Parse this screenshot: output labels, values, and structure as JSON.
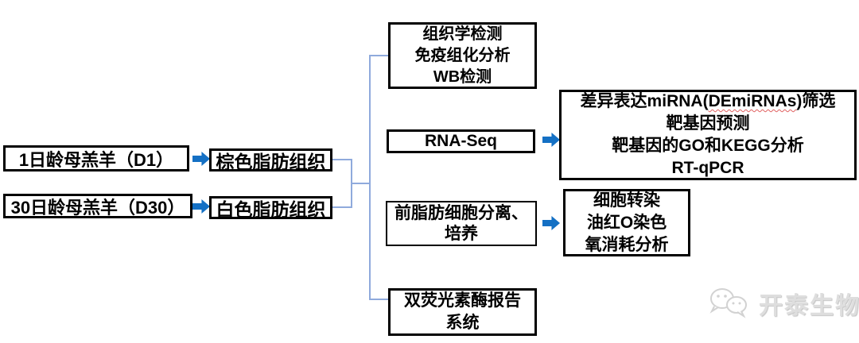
{
  "colors": {
    "arrow_blue": "#1470C4",
    "connector_blue": "#8FAADC",
    "box_border": "#000000",
    "watermark_gray": "#dedede",
    "spellcheck_underline": "#e06060"
  },
  "flowchart": {
    "inputs": [
      {
        "label": "1日龄母羔羊（D1）"
      },
      {
        "label": "30日龄母羔羊（D30）"
      }
    ],
    "tissues": [
      {
        "label": "棕色脂肪组织"
      },
      {
        "label": "白色脂肪组织"
      }
    ],
    "histology_box": {
      "lines": [
        "组织学检测",
        "免疫组化分析",
        "WB检测"
      ]
    },
    "rnaseq_box": {
      "label": "RNA-Seq"
    },
    "rnaseq_results_box": {
      "line1_prefix": "差异表达miRNA(",
      "line1_highlight": "DEmiRNAs",
      "line1_suffix": ")筛选",
      "lines": [
        "靶基因预测",
        "靶基因的GO和KEGG分析",
        "RT-qPCR"
      ]
    },
    "preadipocyte_box": {
      "lines": [
        "前脂肪细胞分离、",
        "培养"
      ]
    },
    "cell_assay_box": {
      "lines": [
        "细胞转染",
        "油红O染色",
        "氧消耗分析"
      ]
    },
    "luciferase_box": {
      "lines": [
        "双荧光素酶报告",
        "系统"
      ]
    }
  },
  "watermark": {
    "logo": "wechat-logo",
    "text": "开泰生物"
  }
}
